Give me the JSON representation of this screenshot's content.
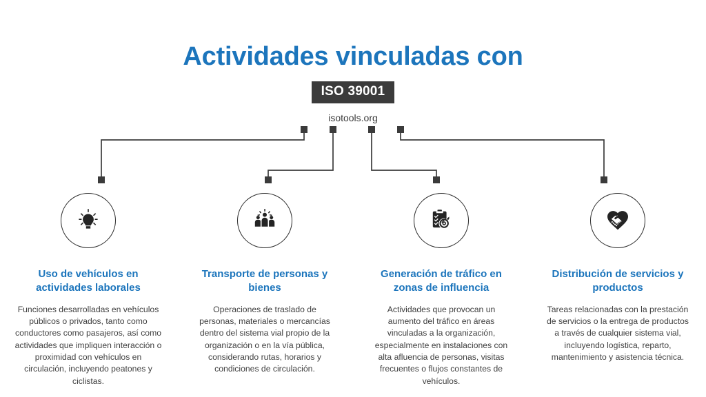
{
  "header": {
    "title": "Actividades vinculadas con",
    "badge": "ISO 39001",
    "url": "isotools.org"
  },
  "colors": {
    "accent_blue": "#1c75bc",
    "badge_background": "#3b3b3b",
    "badge_text": "#ffffff",
    "body_text": "#3f3f3f",
    "line": "#3b3b3b",
    "background": "#ffffff"
  },
  "columns": [
    {
      "icon": "lightbulb-icon",
      "heading": "Uso de vehículos en actividades laborales",
      "body": "Funciones desarrolladas en vehículos públicos o privados, tanto como conductores como pasajeros, así como actividades que impliquen interacción o proximidad con vehículos en circulación, incluyendo peatones y ciclistas."
    },
    {
      "icon": "group-of-people-icon",
      "heading": "Transporte de personas y bienes",
      "body": "Operaciones de traslado de personas, materiales o mercancías dentro del sistema vial propio de la organización o en la vía pública, considerando rutas, horarios y condiciones de circulación."
    },
    {
      "icon": "clipboard-target-icon",
      "heading": "Generación de tráfico en zonas de influencia",
      "body": "Actividades que provocan un aumento del tráfico en áreas vinculadas a la organización, especialmente en instalaciones con alta afluencia de personas, visitas frecuentes o flujos constantes de vehículos."
    },
    {
      "icon": "handshake-heart-icon",
      "heading": "Distribución de servicios y productos",
      "body": "Tareas relacionadas con la prestación de servicios o la entrega de productos a través de cualquier sistema vial, incluyendo logística, reparto, mantenimiento y asistencia técnica."
    }
  ]
}
